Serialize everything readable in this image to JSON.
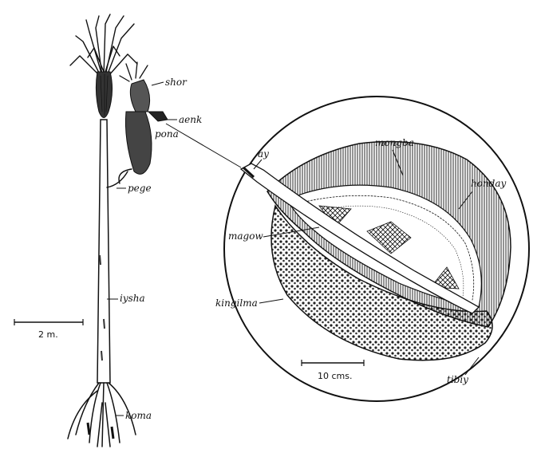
{
  "labels": {
    "shor": "shor",
    "aenk": "aenk",
    "pona": "pona",
    "pege": "pege",
    "iysha": "iysha",
    "koma": "koma",
    "ay": "ay",
    "mongba": "mongba",
    "honday": "honday",
    "magow": "magow",
    "kingilma": "kingilma",
    "tibiy": "tibiy"
  },
  "scale_bars": {
    "plant": "2 m.",
    "fruit": "10 cms."
  }
}
